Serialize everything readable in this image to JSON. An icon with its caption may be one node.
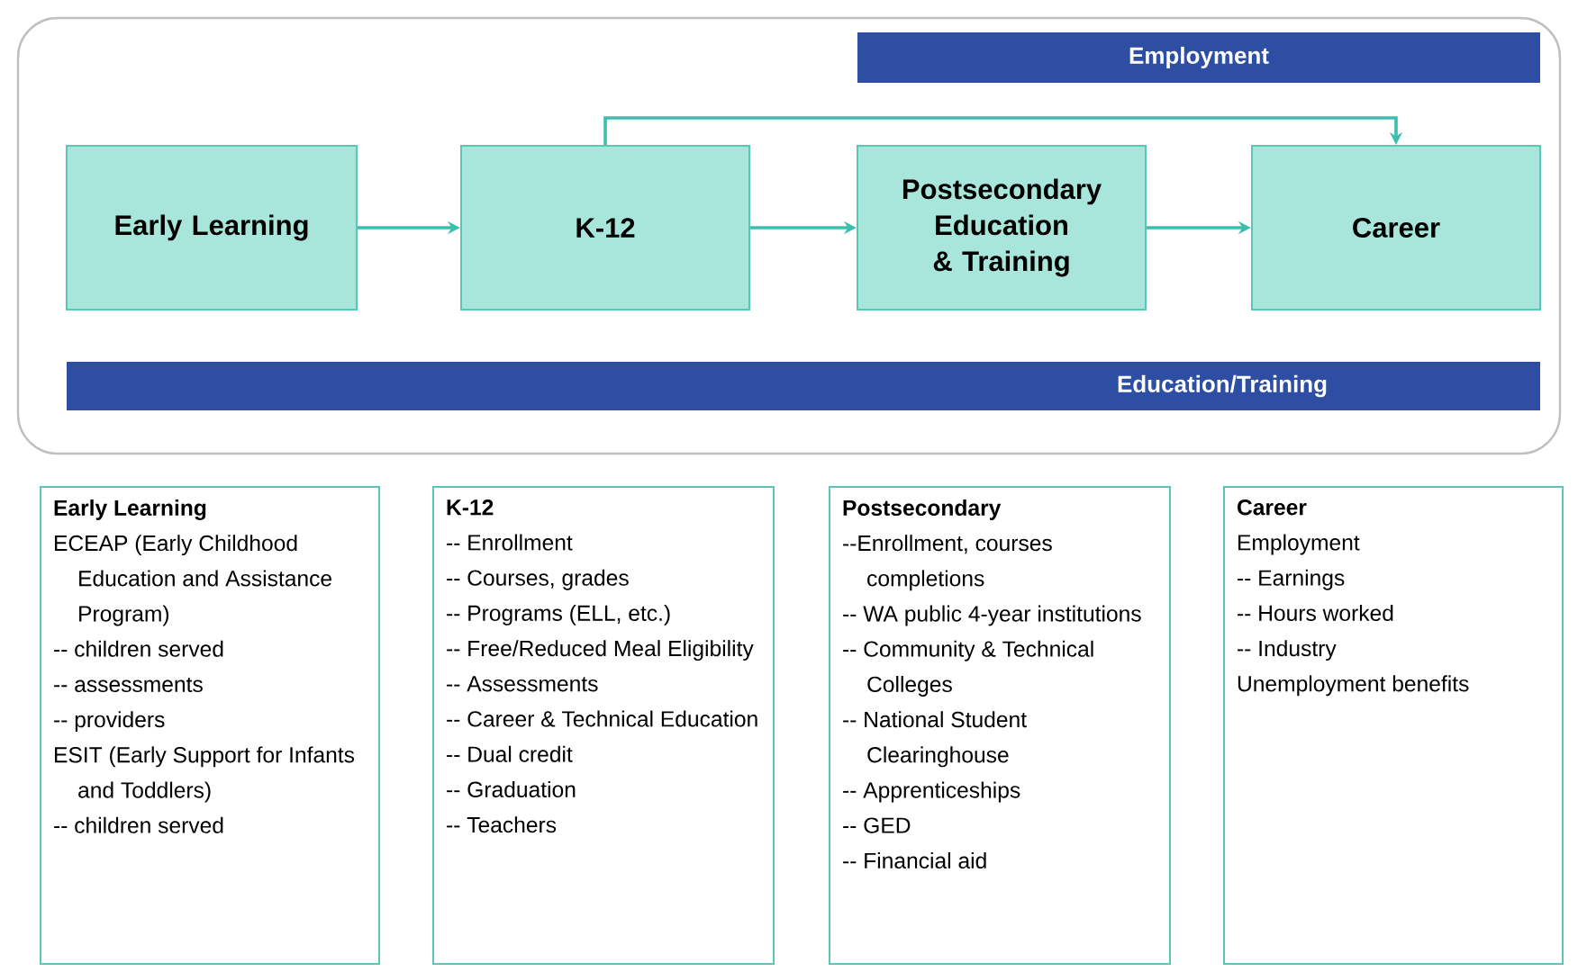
{
  "diagram": {
    "nodes": [
      {
        "text": [],
        "shape": "box"
      },
      {
        "text": [
          "Employment"
        ],
        "in": 0
      },
      {
        "text": [
          "Early Learning"
        ],
        "in": 0
      },
      {
        "text": [
          "K-12"
        ],
        "in": 0
      },
      {
        "text": [
          "Postsecondary Education & Training"
        ],
        "in": 0
      },
      {
        "text": [
          "Career"
        ],
        "in": 0
      },
      {
        "text": [
          "Education/Training"
        ],
        "in": 0
      },
      {
        "text": [
          "Early Learning",
          "ECEAP (Early Childhood Education and Assistance Program)",
          "-- children served",
          "-- assessments",
          "-- providers",
          "ESIT (Early Support for Infants and Toddlers)",
          "-- children served"
        ]
      },
      {
        "text": [
          "K-12",
          "-- Enrollment",
          "-- Courses, grades",
          "-- Programs (ELL, etc.)",
          "-- Free/Reduced Meal Eligibility",
          "-- Assessments",
          "-- Career & Technical Education",
          "-- Dual credit",
          "-- Graduation",
          "-- Teachers"
        ]
      },
      {
        "text": [
          "Postsecondary",
          "--Enrollment, courses completions",
          "-- WA public 4-year institutions",
          "-- Community & Technical Colleges",
          "-- National Student Clearinghouse",
          "-- Apprenticeships",
          "-- GED",
          "-- Financial aid"
        ]
      },
      {
        "text": [
          "Career",
          "Employment",
          "-- Earnings",
          "-- Hours worked",
          "-- Industry",
          "Unemployment benefits"
        ]
      }
    ],
    "edges": [
      {
        "from": 2,
        "to": 3,
        "arrow": "to"
      },
      {
        "from": 3,
        "to": 4,
        "arrow": "to"
      },
      {
        "from": 4,
        "to": 5,
        "arrow": "to"
      },
      {
        "from": 3,
        "to": 5,
        "arrow": "to"
      }
    ]
  }
}
